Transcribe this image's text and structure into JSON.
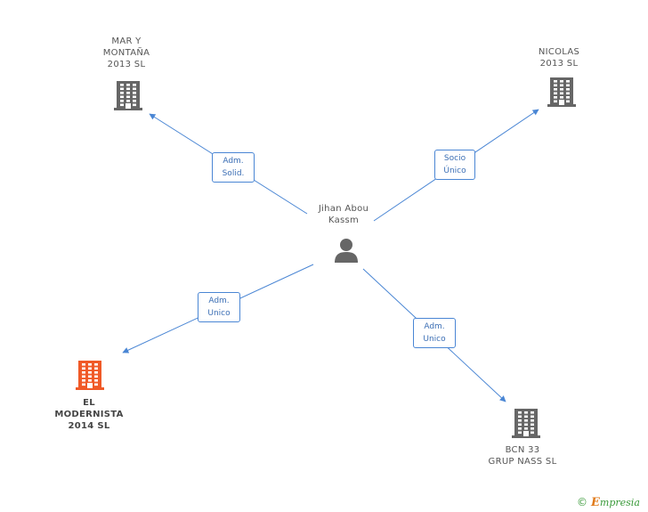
{
  "center": {
    "name_lines": [
      "Jihan Abou",
      "Kassm"
    ],
    "icon": "person-icon",
    "color": "#666666"
  },
  "companies": [
    {
      "id": "mar-y-montana",
      "name_lines": [
        "MAR Y",
        "MONTAÑA",
        "2013  SL"
      ],
      "icon": "building-icon",
      "color": "#666666",
      "highlight": false
    },
    {
      "id": "nicolas",
      "name_lines": [
        "NICOLAS",
        "2013 SL"
      ],
      "icon": "building-icon",
      "color": "#666666",
      "highlight": false
    },
    {
      "id": "el-modernista",
      "name_lines": [
        "EL",
        "MODERNISTA",
        "2014  SL"
      ],
      "icon": "building-icon",
      "color": "#f05a28",
      "highlight": true
    },
    {
      "id": "bcn-33",
      "name_lines": [
        "BCN 33",
        "GRUP NASS SL"
      ],
      "icon": "building-icon",
      "color": "#666666",
      "highlight": false
    }
  ],
  "relations": [
    {
      "to": "mar-y-montana",
      "label_lines": [
        "Adm.",
        "Solid."
      ]
    },
    {
      "to": "nicolas",
      "label_lines": [
        "Socio",
        "Único"
      ]
    },
    {
      "to": "el-modernista",
      "label_lines": [
        "Adm.",
        "Unico"
      ]
    },
    {
      "to": "bcn-33",
      "label_lines": [
        "Adm.",
        "Unico"
      ]
    }
  ],
  "edge_color": "#4a86d4",
  "footer": {
    "copyright": "©",
    "brand_initial": "E",
    "brand_rest": "mpresia",
    "brand_color": "#3a9a3a",
    "brand_initial_color": "#e07a1a"
  }
}
